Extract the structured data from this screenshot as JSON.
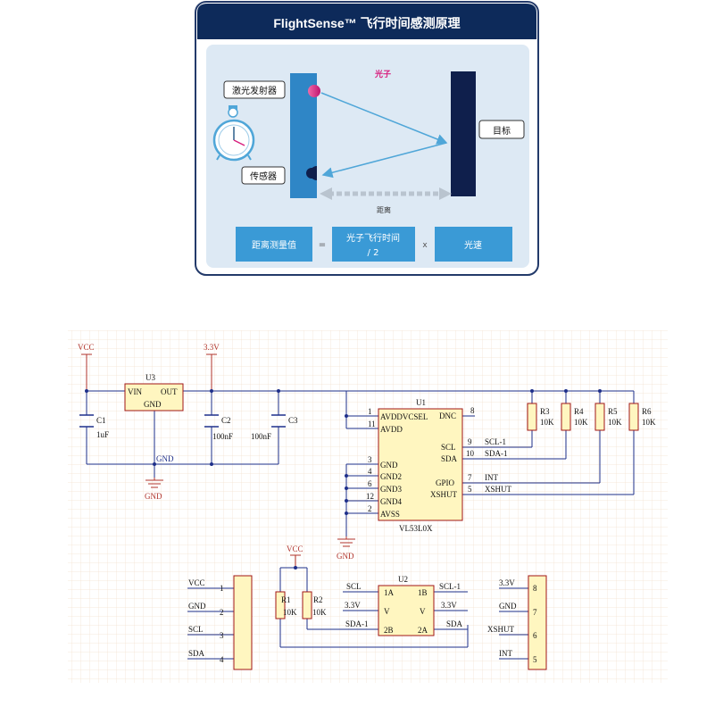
{
  "infographic": {
    "title": "FlightSense™ 飞行时间感测原理",
    "photon": "光子",
    "emitter": "激光发射器",
    "sensor": "传感器",
    "target": "目标",
    "distance": "距离",
    "formula": {
      "term1": "距离测量值",
      "op1": "=",
      "term2_line1": "光子飞行时间",
      "term2_line2": "/ 2",
      "op2": "x",
      "term3": "光速"
    },
    "colors": {
      "title_bar": "#0d2a5a",
      "panel": "#dce8f3",
      "emitter_bar": "#2f86c6",
      "target_bar": "#0f1f4c",
      "formula_box": "#3a9ad6",
      "laser": "#4fa6d8",
      "photon_dot": "#d8217f"
    }
  },
  "schematic": {
    "colors": {
      "wire": "#1e2f8a",
      "power": "#b0332b",
      "component": "#a01515",
      "chip_fill": "#fff6c0",
      "grid": "#f2dcc8"
    },
    "vcc_top": "VCC",
    "v33_top": "3.3V",
    "gnd_left": "GND",
    "gnd_center": "GND",
    "gnd_u1": "GND",
    "u3": {
      "ref": "U3",
      "pin_in": "VIN",
      "pin_out": "OUT",
      "pin_gnd": "GND"
    },
    "caps": [
      {
        "ref": "C1",
        "value": "1uF"
      },
      {
        "ref": "C2",
        "value": "100nF"
      },
      {
        "ref": "C3",
        "value": "100nF"
      }
    ],
    "u1": {
      "ref": "U1",
      "part": "VL53L0X",
      "left_pins": [
        {
          "num": "1",
          "name": "AVDDVCSEL"
        },
        {
          "num": "11",
          "name": "AVDD"
        },
        {
          "num": "3",
          "name": "GND"
        },
        {
          "num": "4",
          "name": "GND2"
        },
        {
          "num": "6",
          "name": "GND3"
        },
        {
          "num": "12",
          "name": "GND4"
        },
        {
          "num": "2",
          "name": "AVSS"
        }
      ],
      "right_pins": [
        {
          "num": "8",
          "name": "DNC",
          "net": ""
        },
        {
          "num": "9",
          "name": "SCL",
          "net": "SCL-1"
        },
        {
          "num": "10",
          "name": "SDA",
          "net": "SDA-1"
        },
        {
          "num": "7",
          "name": "GPIO",
          "net": "INT"
        },
        {
          "num": "5",
          "name": "XSHUT",
          "net": "XSHUT"
        }
      ]
    },
    "resistors": [
      {
        "ref": "R3",
        "value": "10K"
      },
      {
        "ref": "R4",
        "value": "10K"
      },
      {
        "ref": "R5",
        "value": "10K"
      },
      {
        "ref": "R6",
        "value": "10K"
      }
    ],
    "vcc_mid": "VCC",
    "r1": {
      "ref": "R1",
      "value": "10K"
    },
    "r2": {
      "ref": "R2",
      "value": "10K"
    },
    "u2": {
      "ref": "U2",
      "pins_left": [
        "1A",
        "V",
        "2B"
      ],
      "pins_right": [
        "1B",
        "V",
        "2A"
      ],
      "nets_left": [
        "SCL",
        "3.3V",
        "SDA-1"
      ],
      "nets_right": [
        "SCL-1",
        "3.3V",
        "SDA"
      ]
    },
    "connector_left": {
      "nets": [
        "VCC",
        "GND",
        "SCL",
        "SDA"
      ],
      "pins": [
        "1",
        "2",
        "3",
        "4"
      ]
    },
    "connector_right": {
      "nets": [
        "3.3V",
        "GND",
        "XSHUT",
        "INT"
      ],
      "pins": [
        "8",
        "7",
        "6",
        "5"
      ]
    }
  }
}
